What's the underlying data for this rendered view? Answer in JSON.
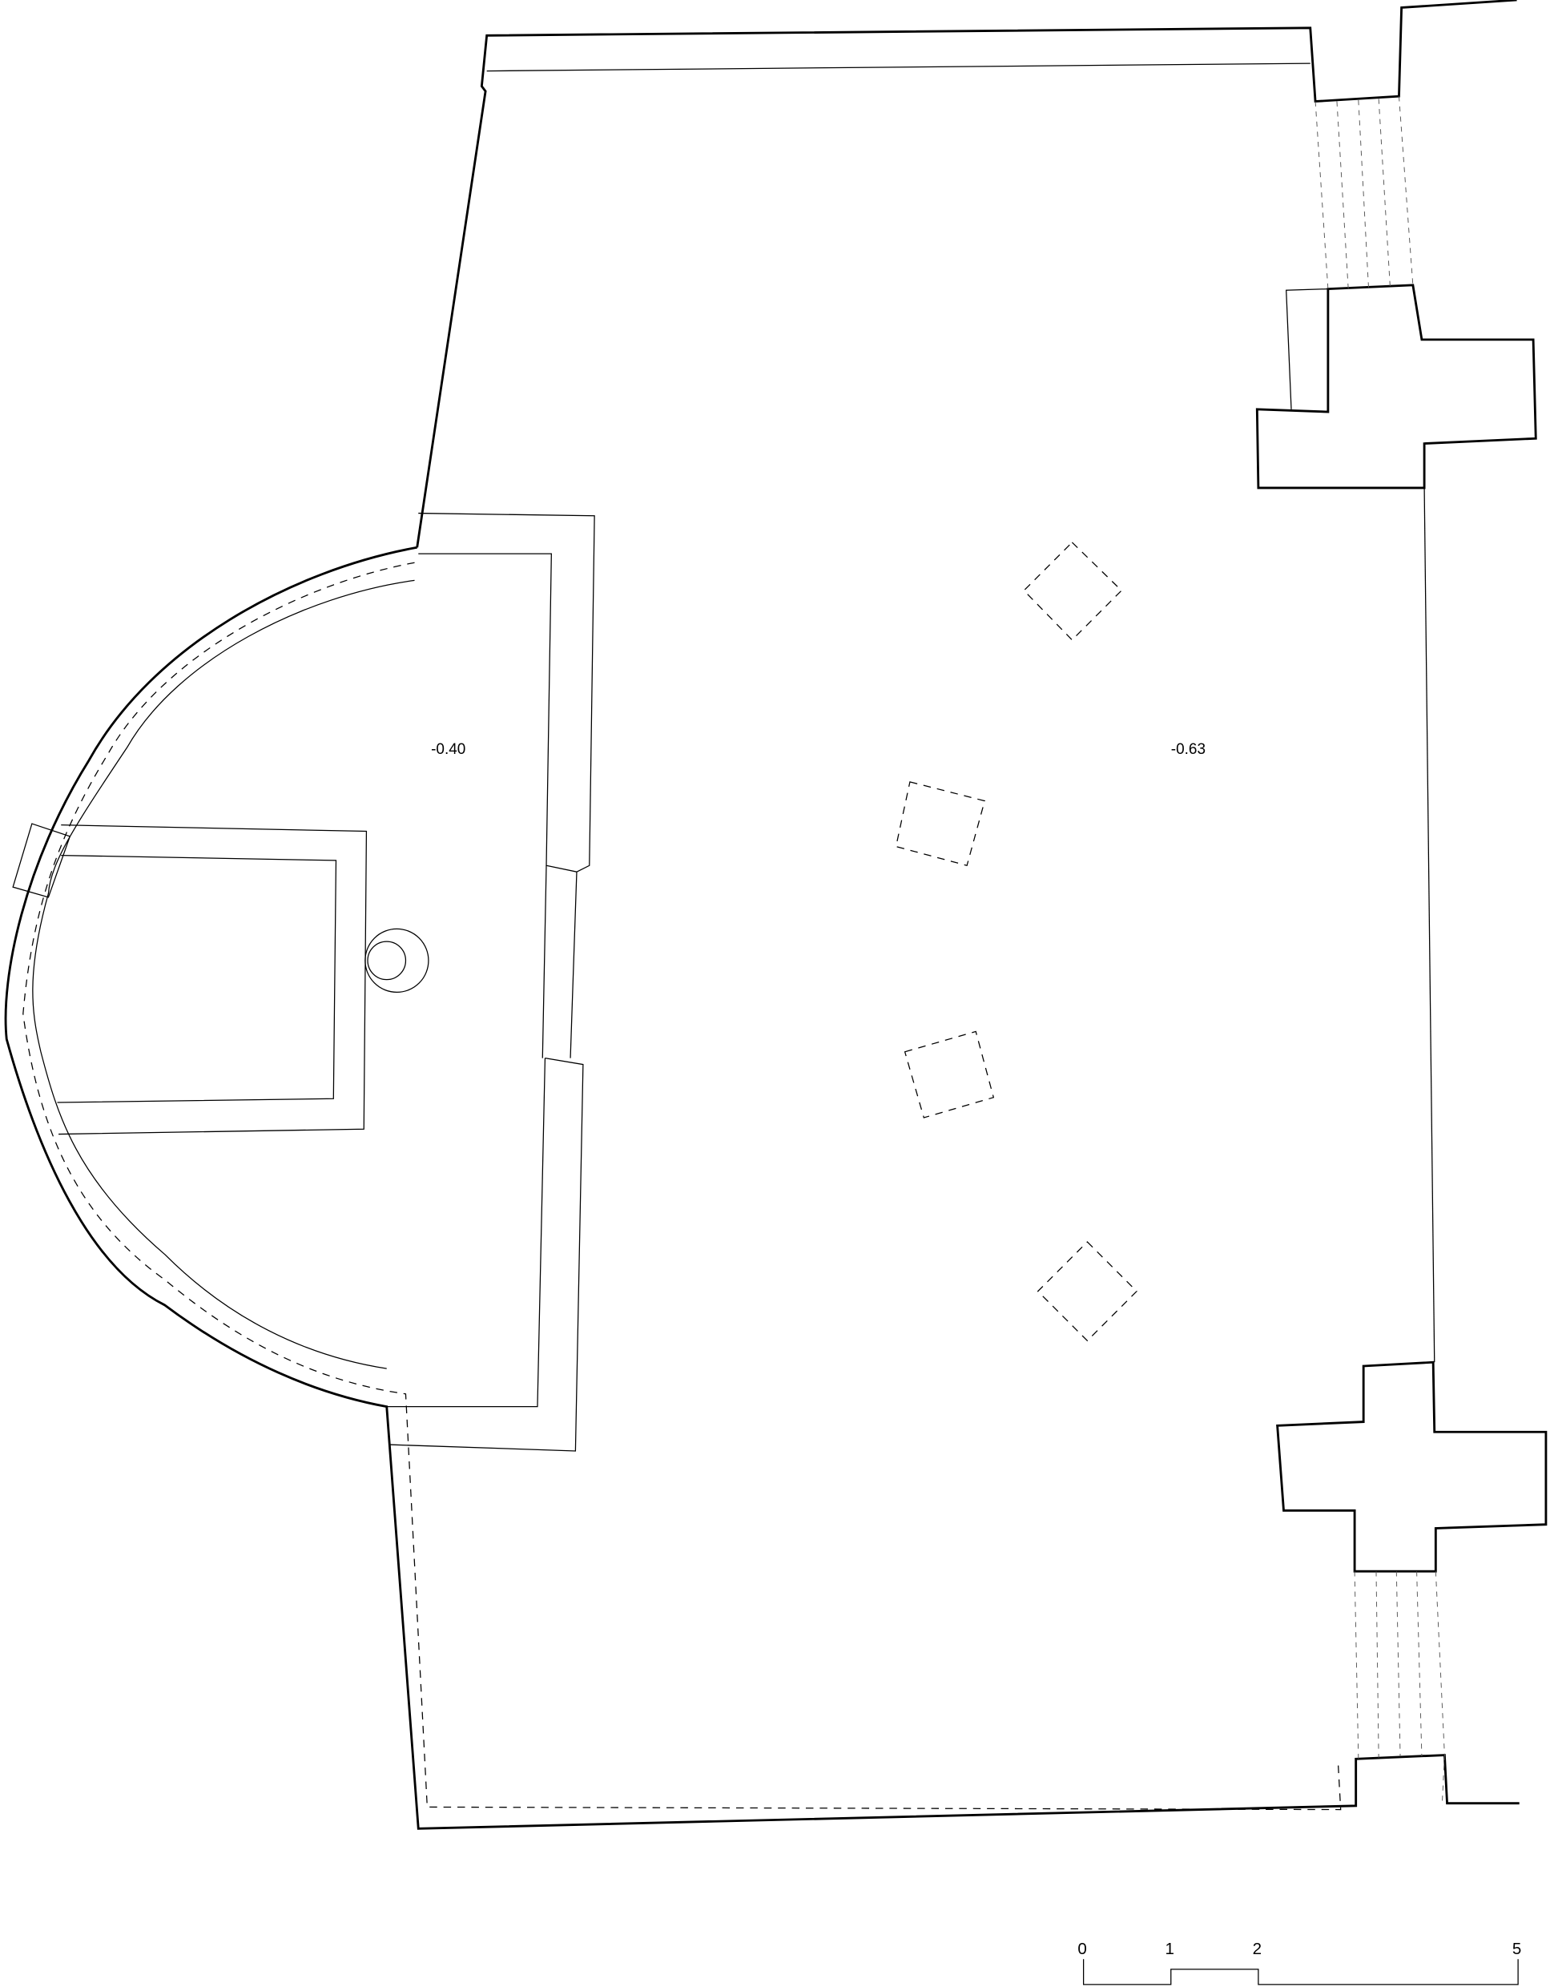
{
  "plan": {
    "level_labels": [
      "-0.40",
      "-0.63"
    ]
  },
  "scale_bar": {
    "ticks": [
      "0",
      "1",
      "2",
      "5"
    ]
  }
}
